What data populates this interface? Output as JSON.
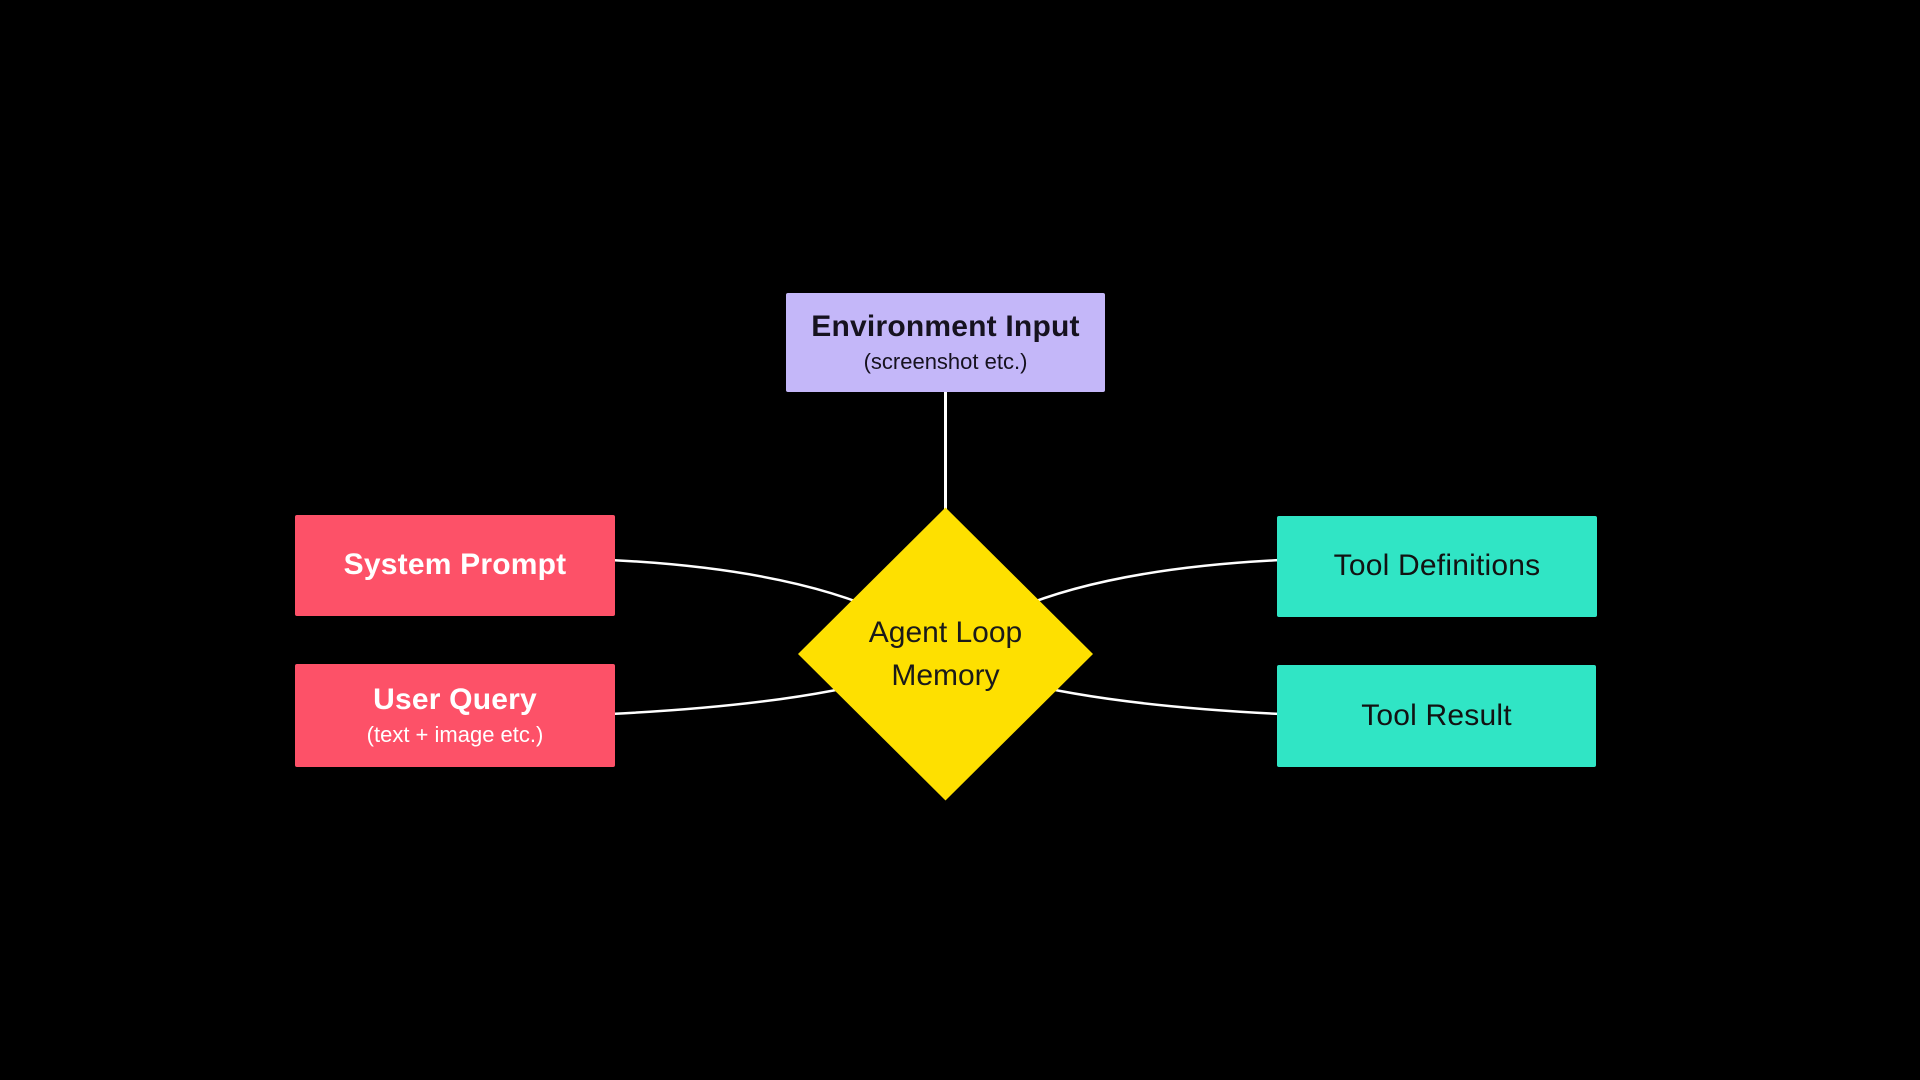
{
  "canvas": {
    "background": "#000000",
    "connector_color": "#ffffff"
  },
  "nodes": {
    "environment_input": {
      "title": "Environment Input",
      "subtitle": "(screenshot etc.)",
      "fill": "#c4b7f9",
      "text_color": "#16121f"
    },
    "system_prompt": {
      "title": "System Prompt",
      "fill": "#fd5168",
      "text_color": "#ffffff"
    },
    "user_query": {
      "title": "User Query",
      "subtitle": "(text + image etc.)",
      "fill": "#fd5168",
      "text_color": "#ffffff"
    },
    "agent_loop_memory": {
      "title_line_1": "Agent Loop",
      "title_line_2": "Memory",
      "fill": "#fee000",
      "text_color": "#1a1a1a"
    },
    "tool_definitions": {
      "title": "Tool Definitions",
      "fill": "#30e5c5",
      "text_color": "#121212"
    },
    "tool_result": {
      "title": "Tool Result",
      "fill": "#30e5c5",
      "text_color": "#121212"
    }
  }
}
